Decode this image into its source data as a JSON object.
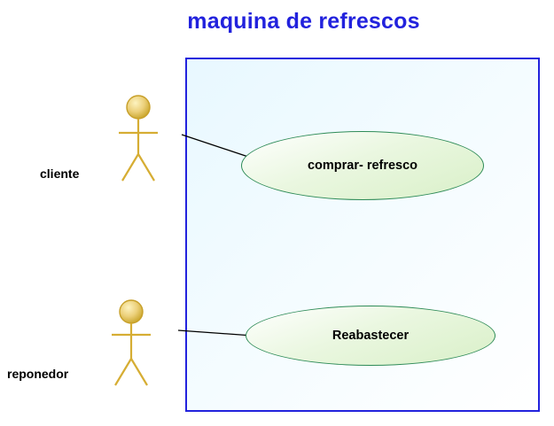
{
  "diagram": {
    "title": "maquina de refrescos",
    "title_color": "#2222dd",
    "boundary_color": "#2222dd",
    "usecase_border_color": "#2e8b57",
    "actor_color": "#d4a92e",
    "line_color": "#000000",
    "actors": [
      {
        "id": "cliente",
        "label": "cliente"
      },
      {
        "id": "reponedor",
        "label": "reponedor"
      }
    ],
    "usecases": [
      {
        "id": "comprar-refresco",
        "label": "comprar- refresco"
      },
      {
        "id": "reabastecer",
        "label": "Reabastecer"
      }
    ],
    "associations": [
      {
        "from": "cliente",
        "to": "comprar-refresco"
      },
      {
        "from": "reponedor",
        "to": "reabastecer"
      }
    ]
  }
}
